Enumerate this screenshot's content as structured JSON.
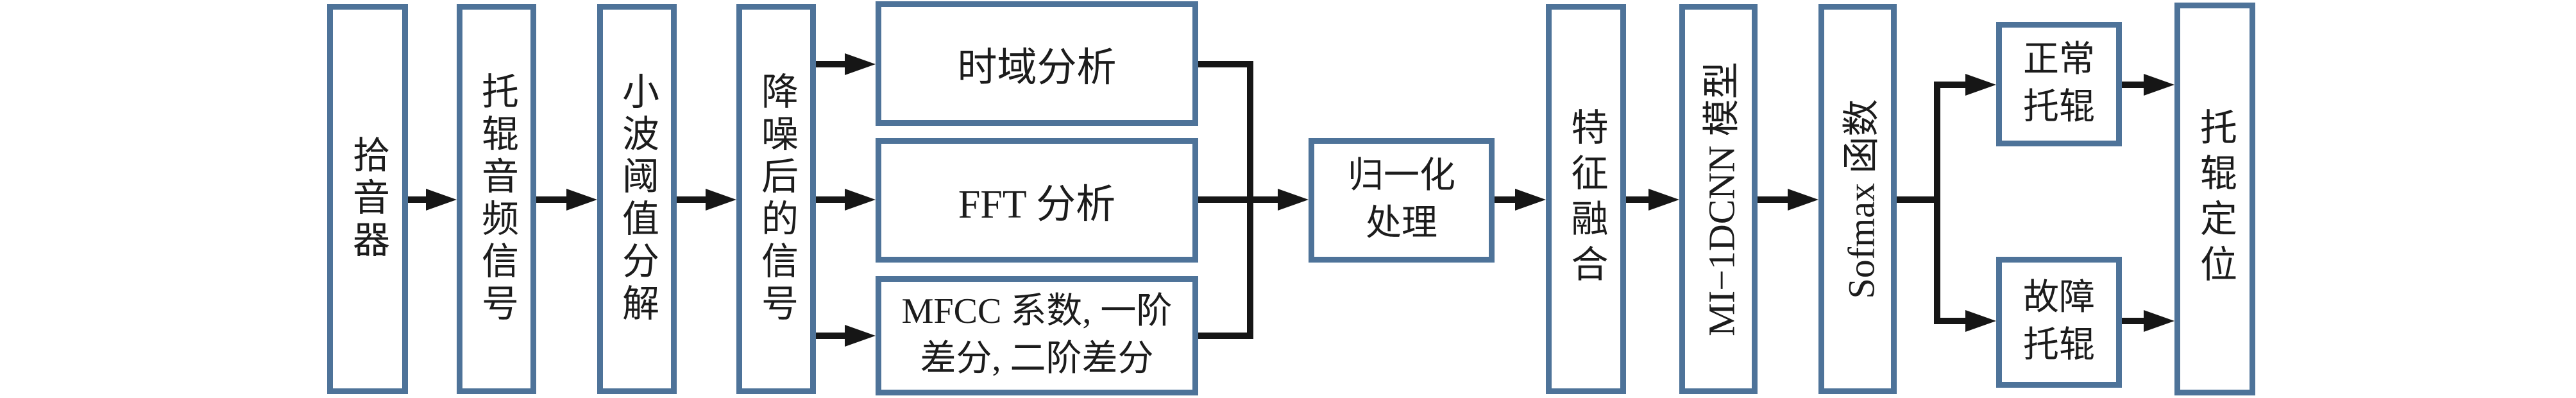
{
  "colors": {
    "box_border": "#4e7399",
    "arrow": "#161616",
    "text": "#1c1c1c",
    "background": "#ffffff"
  },
  "boxes": {
    "pickup": {
      "label": "拾音器"
    },
    "roller_audio_signal": {
      "label": "托辊音频信号"
    },
    "wavelet_threshold": {
      "label": "小波阈值分解"
    },
    "denoised_signal": {
      "label": "降噪后的信号"
    },
    "time_domain_analysis": {
      "label": "时域分析"
    },
    "fft_analysis": {
      "label": "FFT 分析"
    },
    "mfcc": {
      "line1": "MFCC 系数, 一阶",
      "line2": "差分, 二阶差分"
    },
    "normalization": {
      "line1": "归一化",
      "line2": "处理"
    },
    "feature_fusion": {
      "label": "特征融合"
    },
    "mi_1dcnn_model": {
      "label": "MI−1DCNN 模型"
    },
    "softmax_function": {
      "label": "Sofmax 函数"
    },
    "normal_roller": {
      "line1": "正常",
      "line2": "托辊"
    },
    "faulty_roller": {
      "line1": "故障",
      "line2": "托辊"
    },
    "roller_location": {
      "label": "托辊定位"
    }
  }
}
